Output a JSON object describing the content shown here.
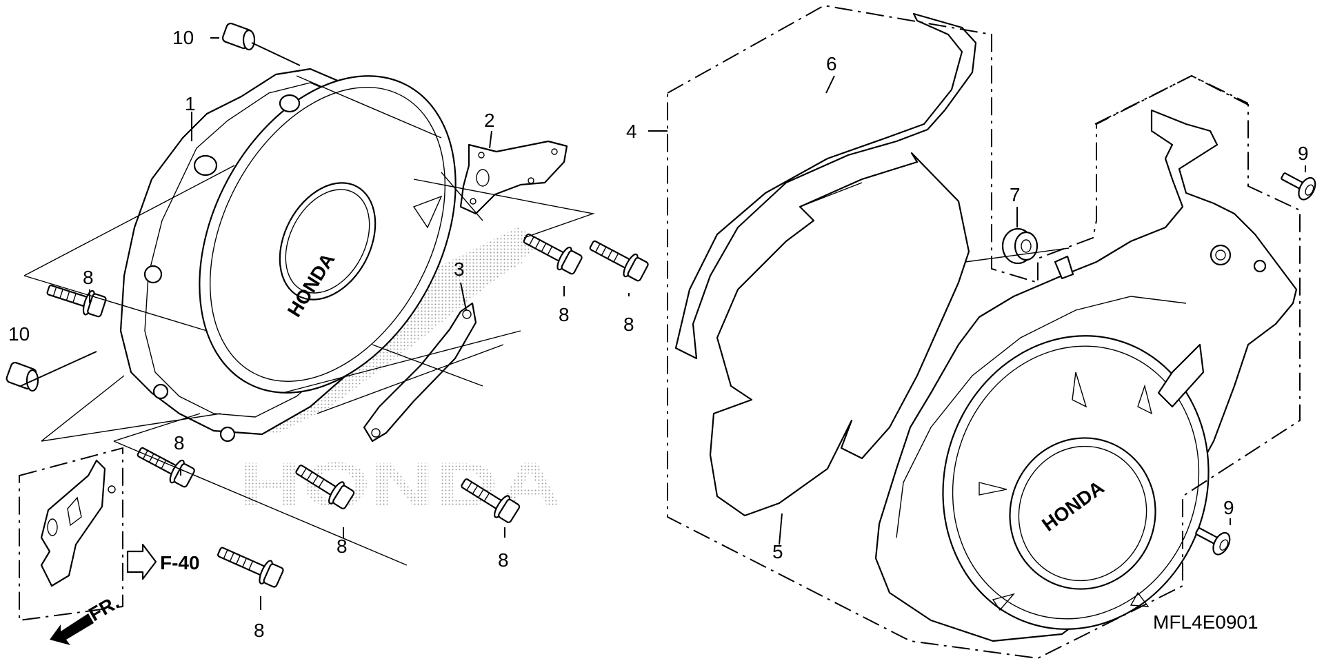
{
  "diagram": {
    "brand_watermark": "HONDA",
    "cover_badge_text": "HONDA",
    "diagram_code": "MFL4E0901",
    "reference": {
      "label": "F-40"
    },
    "front_indicator": {
      "label": "FR."
    },
    "callouts": [
      {
        "id": "c1",
        "label": "1"
      },
      {
        "id": "c2",
        "label": "2"
      },
      {
        "id": "c3",
        "label": "3"
      },
      {
        "id": "c4",
        "label": "4"
      },
      {
        "id": "c5",
        "label": "5"
      },
      {
        "id": "c6",
        "label": "6"
      },
      {
        "id": "c7",
        "label": "7"
      },
      {
        "id": "c8a",
        "label": "8"
      },
      {
        "id": "c8b",
        "label": "8"
      },
      {
        "id": "c8c",
        "label": "8"
      },
      {
        "id": "c8d",
        "label": "8"
      },
      {
        "id": "c8e",
        "label": "8"
      },
      {
        "id": "c8f",
        "label": "8"
      },
      {
        "id": "c8g",
        "label": "8"
      },
      {
        "id": "c9a",
        "label": "9"
      },
      {
        "id": "c9b",
        "label": "9"
      },
      {
        "id": "c10a",
        "label": "10"
      },
      {
        "id": "c10b",
        "label": "10"
      }
    ]
  }
}
